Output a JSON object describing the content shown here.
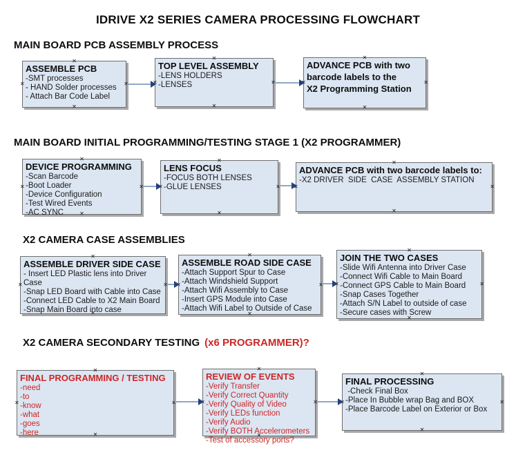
{
  "title": "IDRIVE X2  SERIES CAMERA PROCESSING FLOWCHART",
  "icons": {
    "connection_marker": "✕"
  },
  "colors": {
    "box_fill": "#dce6f2",
    "box_border": "#6e6e6e",
    "box_shadow": "#a8a8a8",
    "arrow_line": "#8fa8c8",
    "arrow_head": "#24407e",
    "accent_red": "#cc2626",
    "text": "#0d0d0d"
  },
  "sections": [
    {
      "heading": "MAIN BOARD PCB ASSEMBLY PROCESS",
      "boxes": [
        {
          "title": "ASSEMBLE PCB",
          "items": [
            "-SMT processes",
            "- HAND Solder processes",
            "- Attach Bar Code Label"
          ]
        },
        {
          "title": "TOP LEVEL ASSEMBLY",
          "items": [
            "-LENS HOLDERS",
            "-LENSES"
          ]
        },
        {
          "title": "ADVANCE PCB with two\nbarcode labels to the\n X2 Programming Station",
          "items": []
        }
      ]
    },
    {
      "heading": "MAIN BOARD INITIAL PROGRAMMING/TESTING STAGE 1 (X2 PROGRAMMER)",
      "boxes": [
        {
          "title": "DEVICE PROGRAMMING",
          "items": [
            "-Scan Barcode",
            "-Boot Loader",
            "-Device Configuration",
            "-Test Wired Events",
            "-AC SYNC"
          ]
        },
        {
          "title": "LENS FOCUS",
          "items": [
            "-FOCUS BOTH LENSES",
            "-GLUE LENSES"
          ]
        },
        {
          "title": "ADVANCE PCB with two barcode labels to:",
          "items": [
            "-X2 DRIVER  SIDE  CASE  ASSEMBLY STATION"
          ]
        }
      ]
    },
    {
      "heading": "X2 CAMERA CASE ASSEMBLIES",
      "boxes": [
        {
          "title": "ASSEMBLE DRIVER SIDE CASE",
          "items": [
            "- Insert LED Plastic lens into Driver Case",
            "-Snap LED Board with Cable into Case",
            "-Connect LED Cable to X2 Main Board",
            "-Snap Main Board into case"
          ]
        },
        {
          "title": "ASSEMBLE ROAD SIDE CASE",
          "items": [
            "-Attach Support Spur to Case",
            "-Attach Windshield Support",
            "-Attach Wifi Assembly to Case",
            "-Insert GPS Module into Case",
            "-Attach Wifi Label to Outside of Case"
          ]
        },
        {
          "title": "JOIN THE TWO CASES",
          "items": [
            "-Slide Wifi Antenna into Driver Case",
            "-Connect Wifi Cable to Main Board",
            "-Connect GPS Cable to Main Board",
            "-Snap Cases Together",
            "-Attach S/N Label to outside of case",
            "-Secure cases with Screw"
          ]
        }
      ]
    },
    {
      "heading": "X2 CAMERA SECONDARY TESTING",
      "heading_red": "(x6 PROGRAMMER)?",
      "boxes": [
        {
          "title": "FINAL PROGRAMMING / TESTING",
          "items": [
            "-need",
            "-to",
            "-know",
            "-what",
            "-goes",
            "-here"
          ]
        },
        {
          "title": "REVIEW OF EVENTS",
          "items": [
            "-Verify Transfer",
            "-Verify Correct Quantity",
            "-Verify Quality of Video",
            "-Verify LEDs function",
            "-Verify Audio",
            "-Verify BOTH Accelerometers",
            "-Test of accessory ports?"
          ]
        },
        {
          "title": "FINAL PROCESSING",
          "items": [
            " -Check Final Box",
            "-Place In Bubble wrap Bag and BOX",
            "-Place Barcode Label on Exterior or Box"
          ]
        }
      ]
    }
  ]
}
